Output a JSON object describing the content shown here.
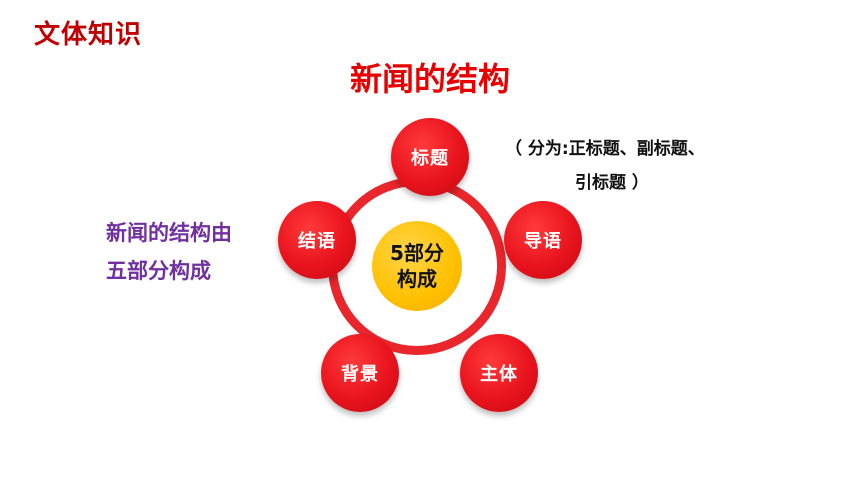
{
  "header": {
    "section_label": "文体知识",
    "title": "新闻的结构"
  },
  "side_note": {
    "line1": "新闻的结构由",
    "line2": "五部分构成"
  },
  "paren_note": {
    "line1": "（ 分为:正标题、副标题、",
    "line2": "引标题 ）"
  },
  "diagram": {
    "center": {
      "line1": "5部分",
      "line2": "构成"
    },
    "nodes": [
      "标题",
      "导语",
      "主体",
      "背景",
      "结语"
    ],
    "colors": {
      "ring": "#e8262b",
      "node": "#e8131d",
      "center": "#ffc000",
      "title": "#e60000",
      "section_label": "#c00000",
      "side_note": "#7030a0"
    }
  }
}
